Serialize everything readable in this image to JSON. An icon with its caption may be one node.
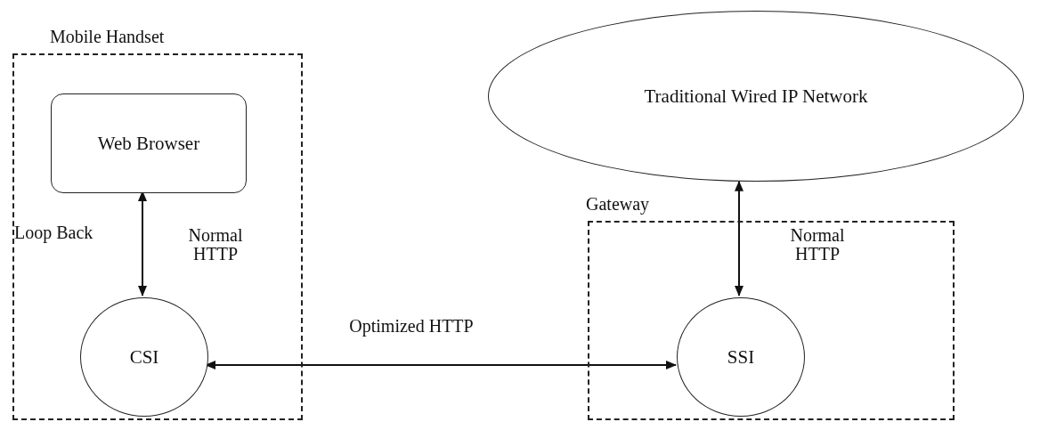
{
  "diagram": {
    "nodes": [
      {
        "text": [
          "Mobile Handset"
        ]
      },
      {
        "text": [
          "Web Browser"
        ],
        "in": 0
      },
      {
        "text": [
          "CSI"
        ],
        "in": 0
      },
      {
        "text": [
          "Traditional Wired IP Network"
        ]
      },
      {
        "text": [
          "Gateway"
        ]
      },
      {
        "text": [
          "SSI"
        ],
        "in": 4
      }
    ],
    "edges": [
      {
        "from": 1,
        "to": 2,
        "arrow": "both",
        "label": "Normal HTTP"
      },
      {
        "from": 2,
        "to": 5,
        "arrow": "both",
        "label": "Optimized HTTP"
      },
      {
        "from": 3,
        "to": 5,
        "arrow": "both",
        "label": "Normal HTTP"
      }
    ],
    "labels": [
      "Loop Back"
    ]
  }
}
